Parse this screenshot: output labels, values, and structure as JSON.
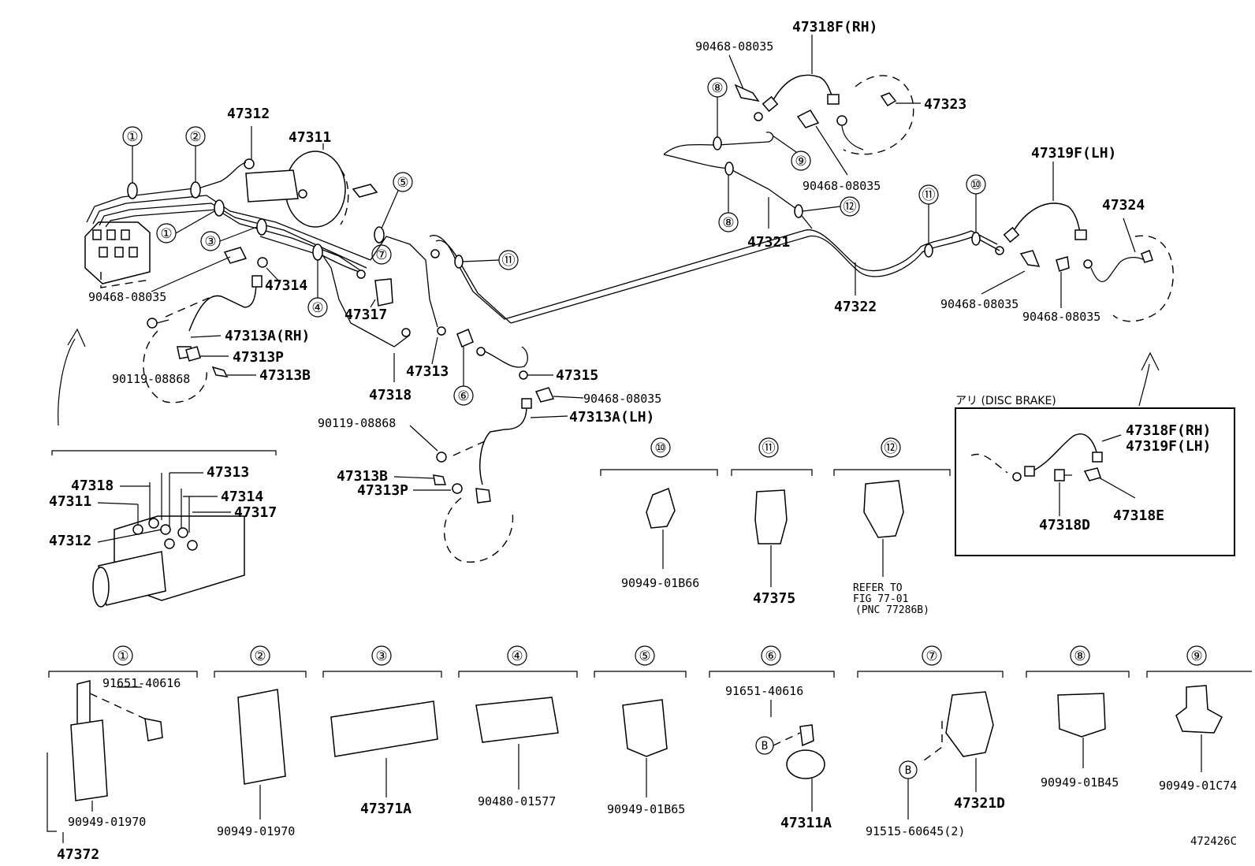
{
  "diagram_code": "472426C",
  "labels": {
    "p47318F_RH": "47318F(RH)",
    "p90468_top": "90468-08035",
    "p47323": "47323",
    "p90468_mid": "90468-08035",
    "p47319F_LH": "47319F(LH)",
    "p47324": "47324",
    "p47312": "47312",
    "p47311": "47311",
    "p47321": "47321",
    "p47322": "47322",
    "p90468_r1": "90468-08035",
    "p90468_r2": "90468-08035",
    "p47314": "47314",
    "p90468_left": "90468-08035",
    "p47317": "47317",
    "p47313A_RH": "47313A(RH)",
    "p47313P": "47313P",
    "p90119_left": "90119-08868",
    "p47313B": "47313B",
    "p47318": "47318",
    "p47313": "47313",
    "p47315": "47315",
    "p90468_center": "90468-08035",
    "p47313A_LH": "47313A(LH)",
    "p90119_center": "90119-08868",
    "p47313B_c": "47313B",
    "p47313P_c": "47313P",
    "inset_47318": "47318",
    "inset_47313": "47313",
    "inset_47311": "47311",
    "inset_47314": "47314",
    "inset_47317": "47317",
    "inset_47312": "47312",
    "disc_title": "アリ (DISC BRAKE)",
    "disc_47318F": "47318F(RH)",
    "disc_47319F": "47319F(LH)",
    "disc_47318D": "47318D",
    "disc_47318E": "47318E",
    "c10_part": "90949-01B66",
    "c11_part": "47375",
    "c12_refer1": "REFER TO",
    "c12_refer2": "FIG 77-01",
    "c12_refer3": "(PNC 77286B)",
    "b1_91651": "91651-40616",
    "b1_90949": "90949-01970",
    "b1_47372": "47372",
    "b2_part": "90949-01970",
    "b3_part": "47371A",
    "b4_part": "90480-01577",
    "b5_part": "90949-01B65",
    "b6_91651": "91651-40616",
    "b6_part": "47311A",
    "b7_part": "47321D",
    "b7_91515": "91515-60645(2)",
    "b8_part": "90949-01B45",
    "b9_part": "90949-01C74",
    "marker_b": "B"
  },
  "callouts": {
    "n1": "①",
    "n2": "②",
    "n3": "③",
    "n4": "④",
    "n5": "⑤",
    "n6": "⑥",
    "n7": "⑦",
    "n8": "⑧",
    "n9": "⑨",
    "n10": "⑩",
    "n11": "⑪",
    "n12": "⑫"
  }
}
